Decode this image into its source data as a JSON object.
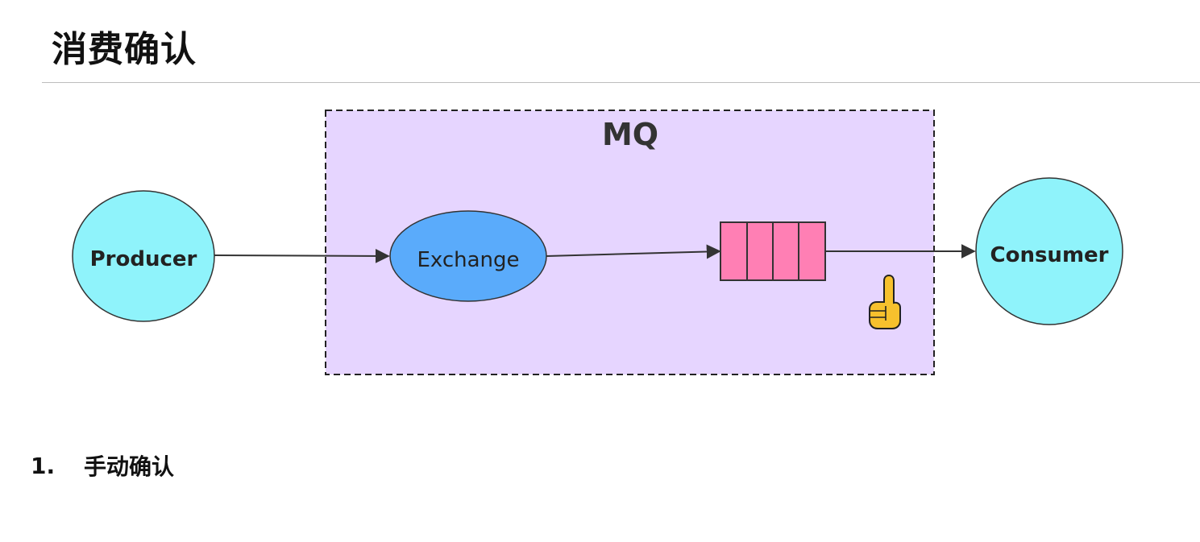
{
  "page": {
    "title": "消费确认"
  },
  "diagram": {
    "container_label": "MQ",
    "producer_label": "Producer",
    "exchange_label": "Exchange",
    "consumer_label": "Consumer",
    "queue_icon": "message-queue-icon",
    "pointer_icon": "pointing-hand-icon",
    "colors": {
      "container_fill": "#e6d5ff",
      "client_fill": "#8ff3fb",
      "exchange_fill": "#5aabfb",
      "queue_fill": "#ff7fb4",
      "hand_fill": "#f7c12d"
    }
  },
  "list": {
    "items": [
      {
        "number": "1.",
        "text": "手动确认"
      }
    ]
  }
}
